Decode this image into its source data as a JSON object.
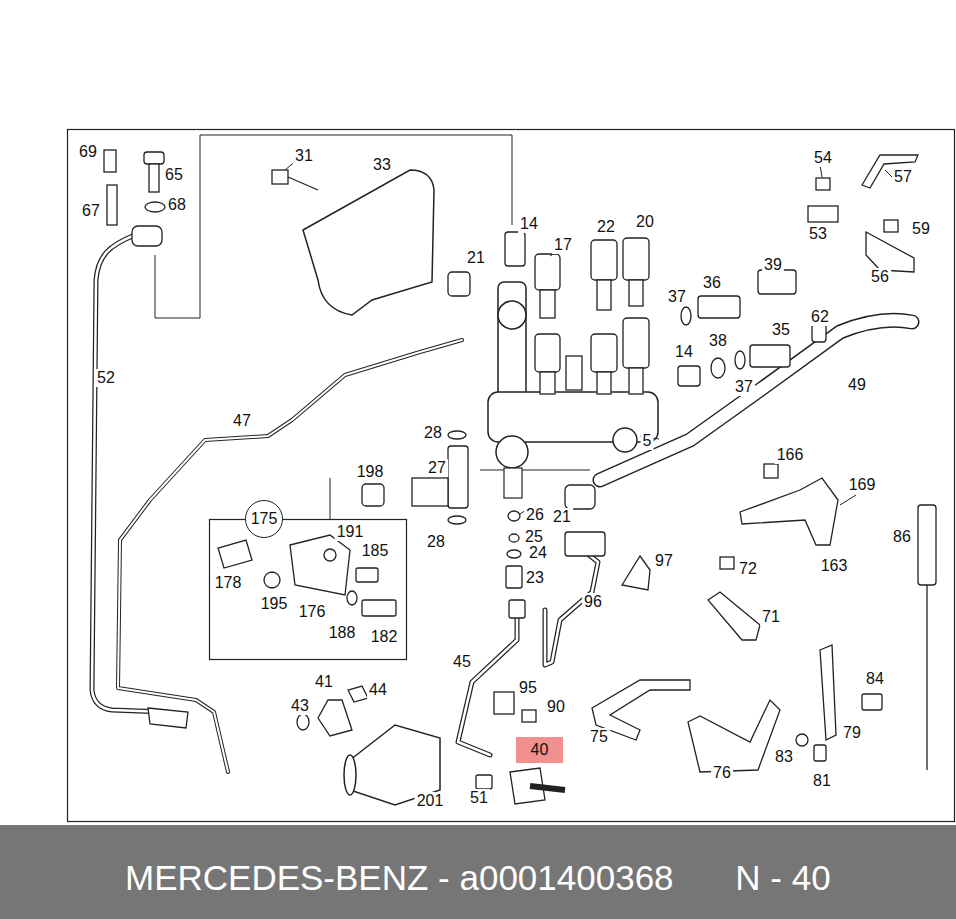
{
  "diagram": {
    "caption": "MERCEDES-BENZ - a0001400368",
    "nodes": [
      {
        "text": [
          "175"
        ]
      },
      {
        "text": [
          "40"
        ]
      }
    ],
    "labels": [
      "69",
      "65",
      "67",
      "68",
      "31",
      "33",
      "14",
      "22",
      "20",
      "17",
      "21",
      "54",
      "57",
      "53",
      "59",
      "56",
      "36",
      "39",
      "37",
      "62",
      "35",
      "38",
      "14",
      "37",
      "49",
      "52",
      "47",
      "28",
      "27",
      "5",
      "166",
      "169",
      "198",
      "191",
      "185",
      "178",
      "195",
      "176",
      "188",
      "182",
      "26",
      "21",
      "28",
      "25",
      "24",
      "23",
      "97",
      "96",
      "72",
      "71",
      "163",
      "86",
      "45",
      "41",
      "44",
      "43",
      "95",
      "90",
      "75",
      "84",
      "79",
      "76",
      "83",
      "81",
      "51",
      "201",
      "N - 40"
    ]
  }
}
